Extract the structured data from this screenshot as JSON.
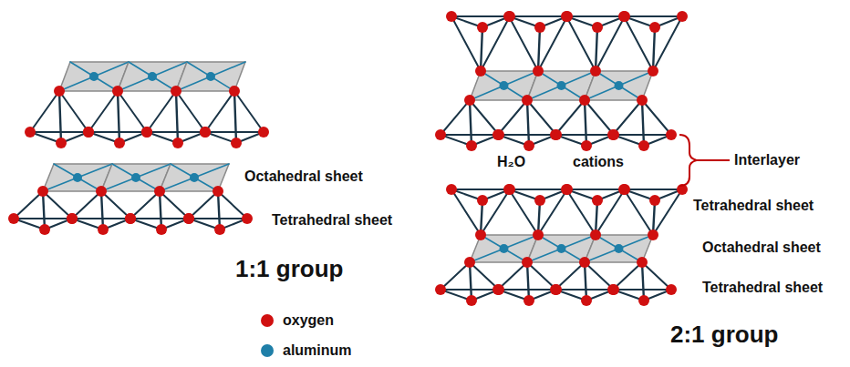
{
  "diagram": {
    "labels": [
      "Octahedral sheet",
      "Tetrahedral sheet",
      "1:1 group",
      "H₂O",
      "cations",
      "Interlayer",
      "Tetrahedral sheet",
      "Octahedral sheet",
      "Tetrahedral sheet",
      "2:1 group"
    ],
    "legend": [
      {
        "text": "oxygen",
        "color": "#d01010"
      },
      {
        "text": "aluminum",
        "color": "#1f7fa8"
      }
    ]
  }
}
